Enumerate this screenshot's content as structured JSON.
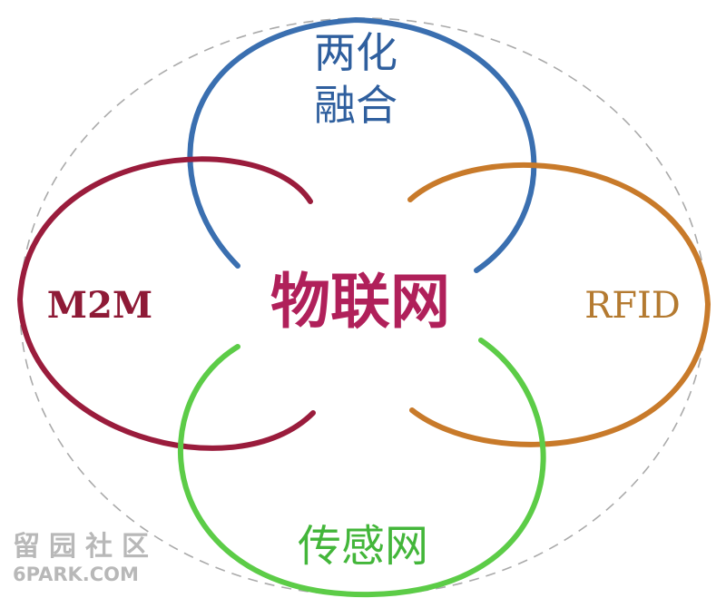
{
  "labels": {
    "center": "物联网",
    "top_line1": "两化",
    "top_line2": "融合",
    "left": "M2M",
    "right": "RFID",
    "bottom": "传感网"
  },
  "watermark": {
    "line1": "留园社区",
    "line2": "6PARK.COM"
  },
  "colors": {
    "top_ring": "#3a6fb0",
    "left_ring": "#9a1c3c",
    "right_ring": "#c87a2a",
    "bottom_ring": "#5ccc47",
    "outer_dashed": "#aaaaaa",
    "center_text": "#b0205a",
    "top_text": "#2f5f9e",
    "left_text": "#8e1a36",
    "right_text": "#b47a30",
    "bottom_text": "#43b63a",
    "watermark_text": "#b8b8b8"
  }
}
